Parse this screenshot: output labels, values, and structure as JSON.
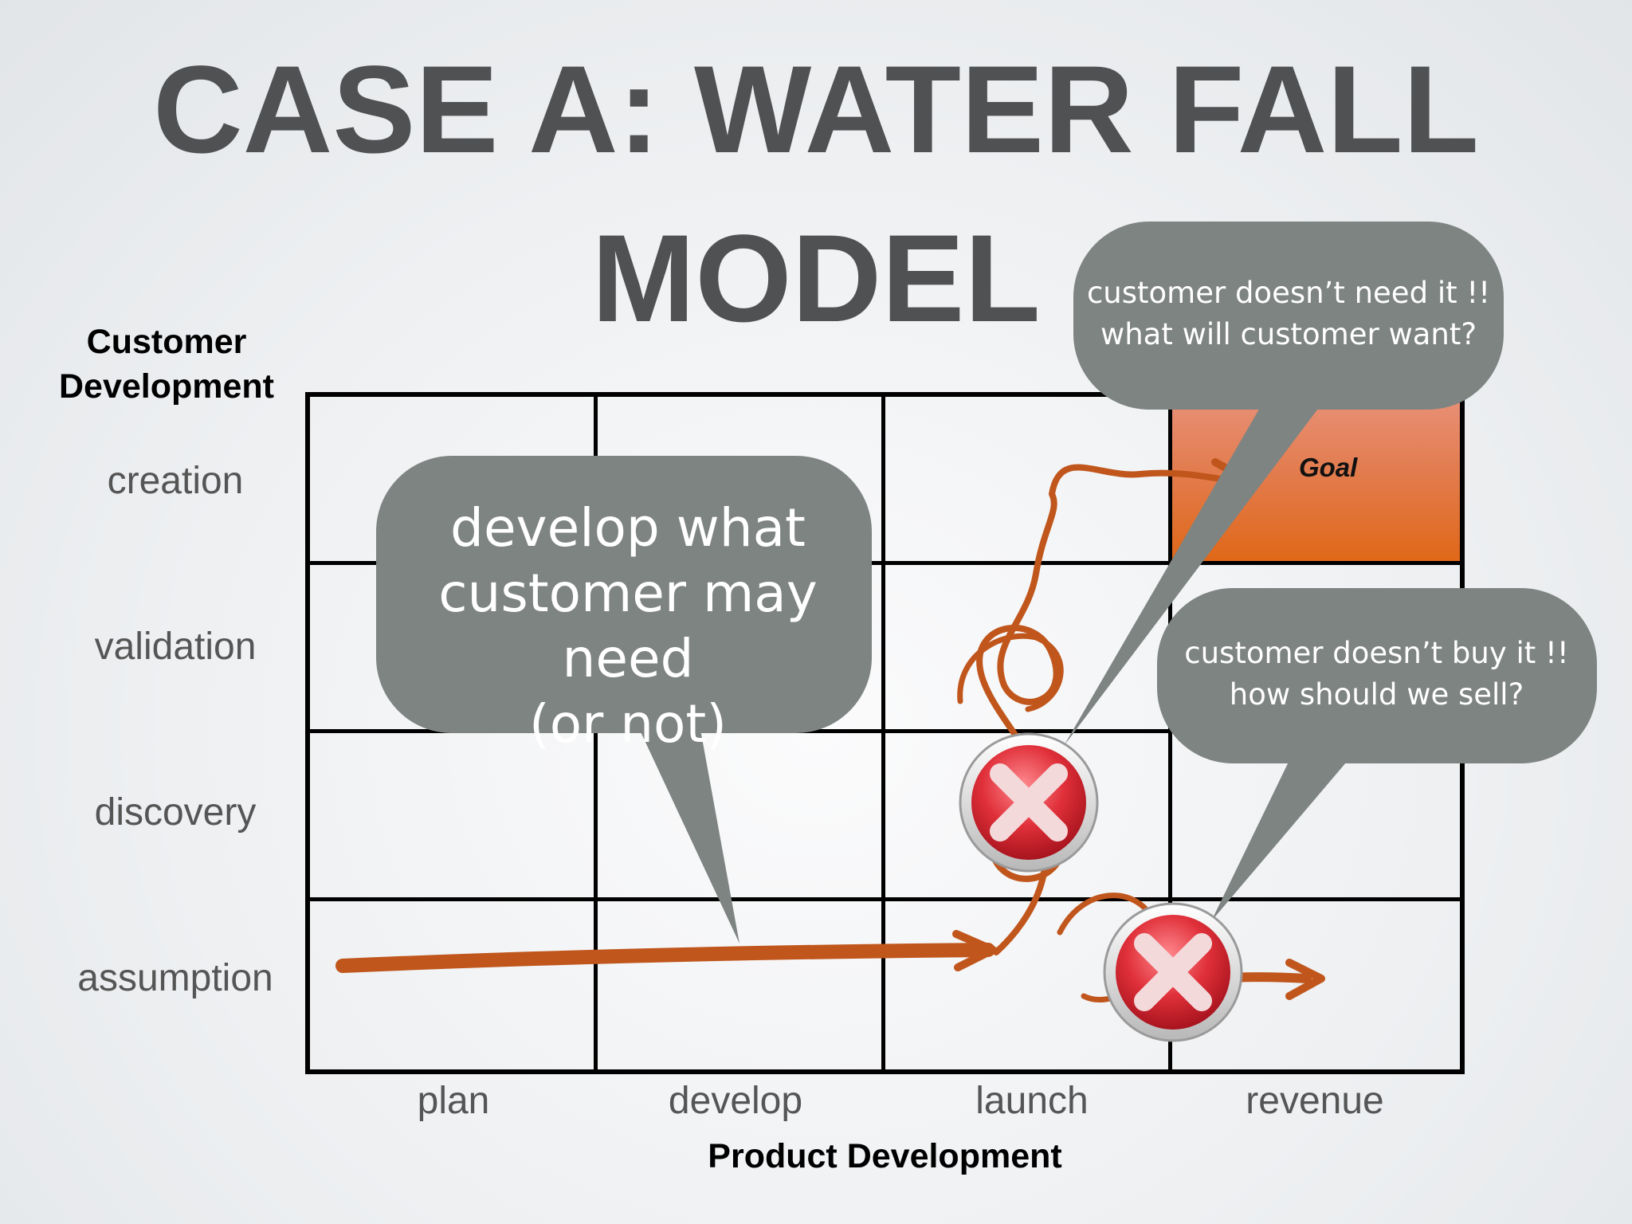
{
  "title": {
    "line1": "CASE A: WATER FALL",
    "line2": "MODEL"
  },
  "y_axis": {
    "title_line1": "Customer",
    "title_line2": "Development",
    "rows": [
      "creation",
      "validation",
      "discovery",
      "assumption"
    ]
  },
  "x_axis": {
    "title": "Product Development",
    "columns": [
      "plan",
      "develop",
      "launch",
      "revenue"
    ]
  },
  "goal": {
    "label": "Goal",
    "column": "revenue",
    "row": "creation"
  },
  "bubbles": {
    "develop": [
      "develop what",
      "customer may need",
      "(or not)"
    ],
    "need": [
      "customer doesn’t need it !!",
      "what will customer want?"
    ],
    "buy": [
      "customer doesn’t buy it !!",
      "how should we sell?"
    ]
  },
  "colors": {
    "title": "#4f5153",
    "bubble": "#7e8482",
    "arrow": "#c0561c",
    "goal_top": "#e89077",
    "goal_bottom": "#e06818",
    "x_badge": "#e0303a"
  },
  "icons": [
    "failure-x-icon",
    "failure-x-icon"
  ]
}
